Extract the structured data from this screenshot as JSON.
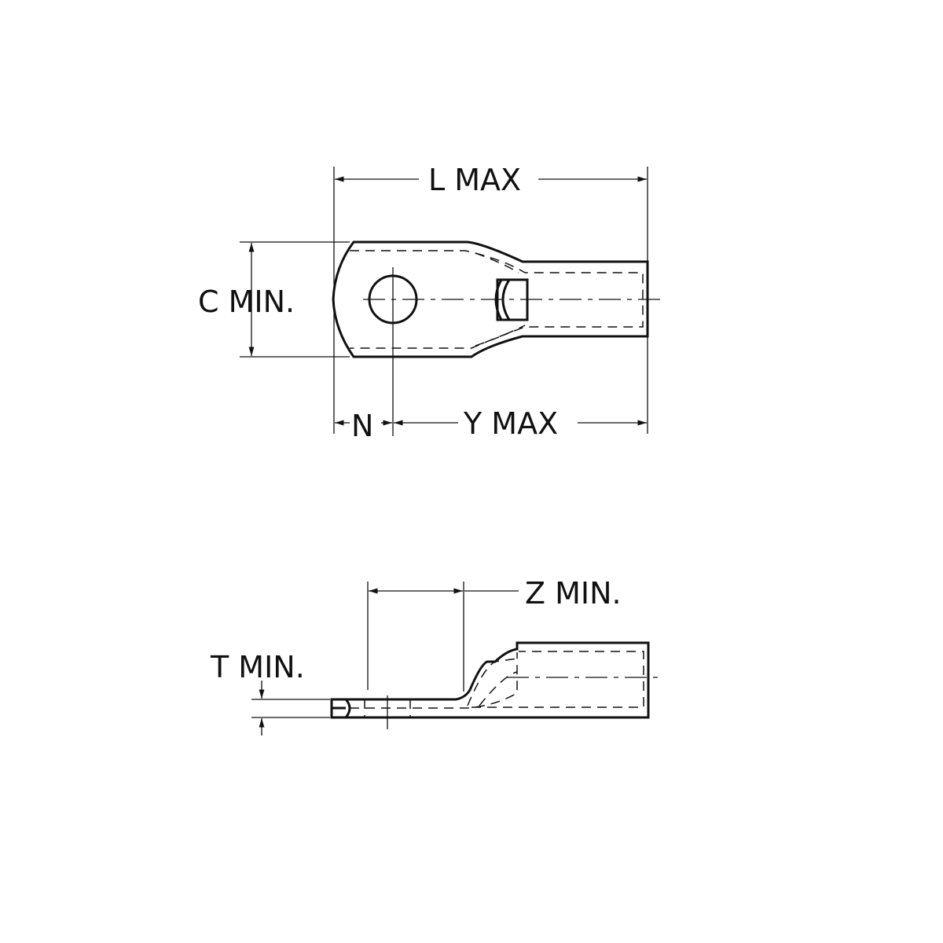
{
  "labels": {
    "l_max": "L MAX",
    "c_min": "C MIN.",
    "n": "N",
    "y_max": "Y MAX",
    "z_min": "Z MIN.",
    "t_min": "T MIN."
  },
  "colors": {
    "line": "#111111",
    "background": "#ffffff"
  }
}
